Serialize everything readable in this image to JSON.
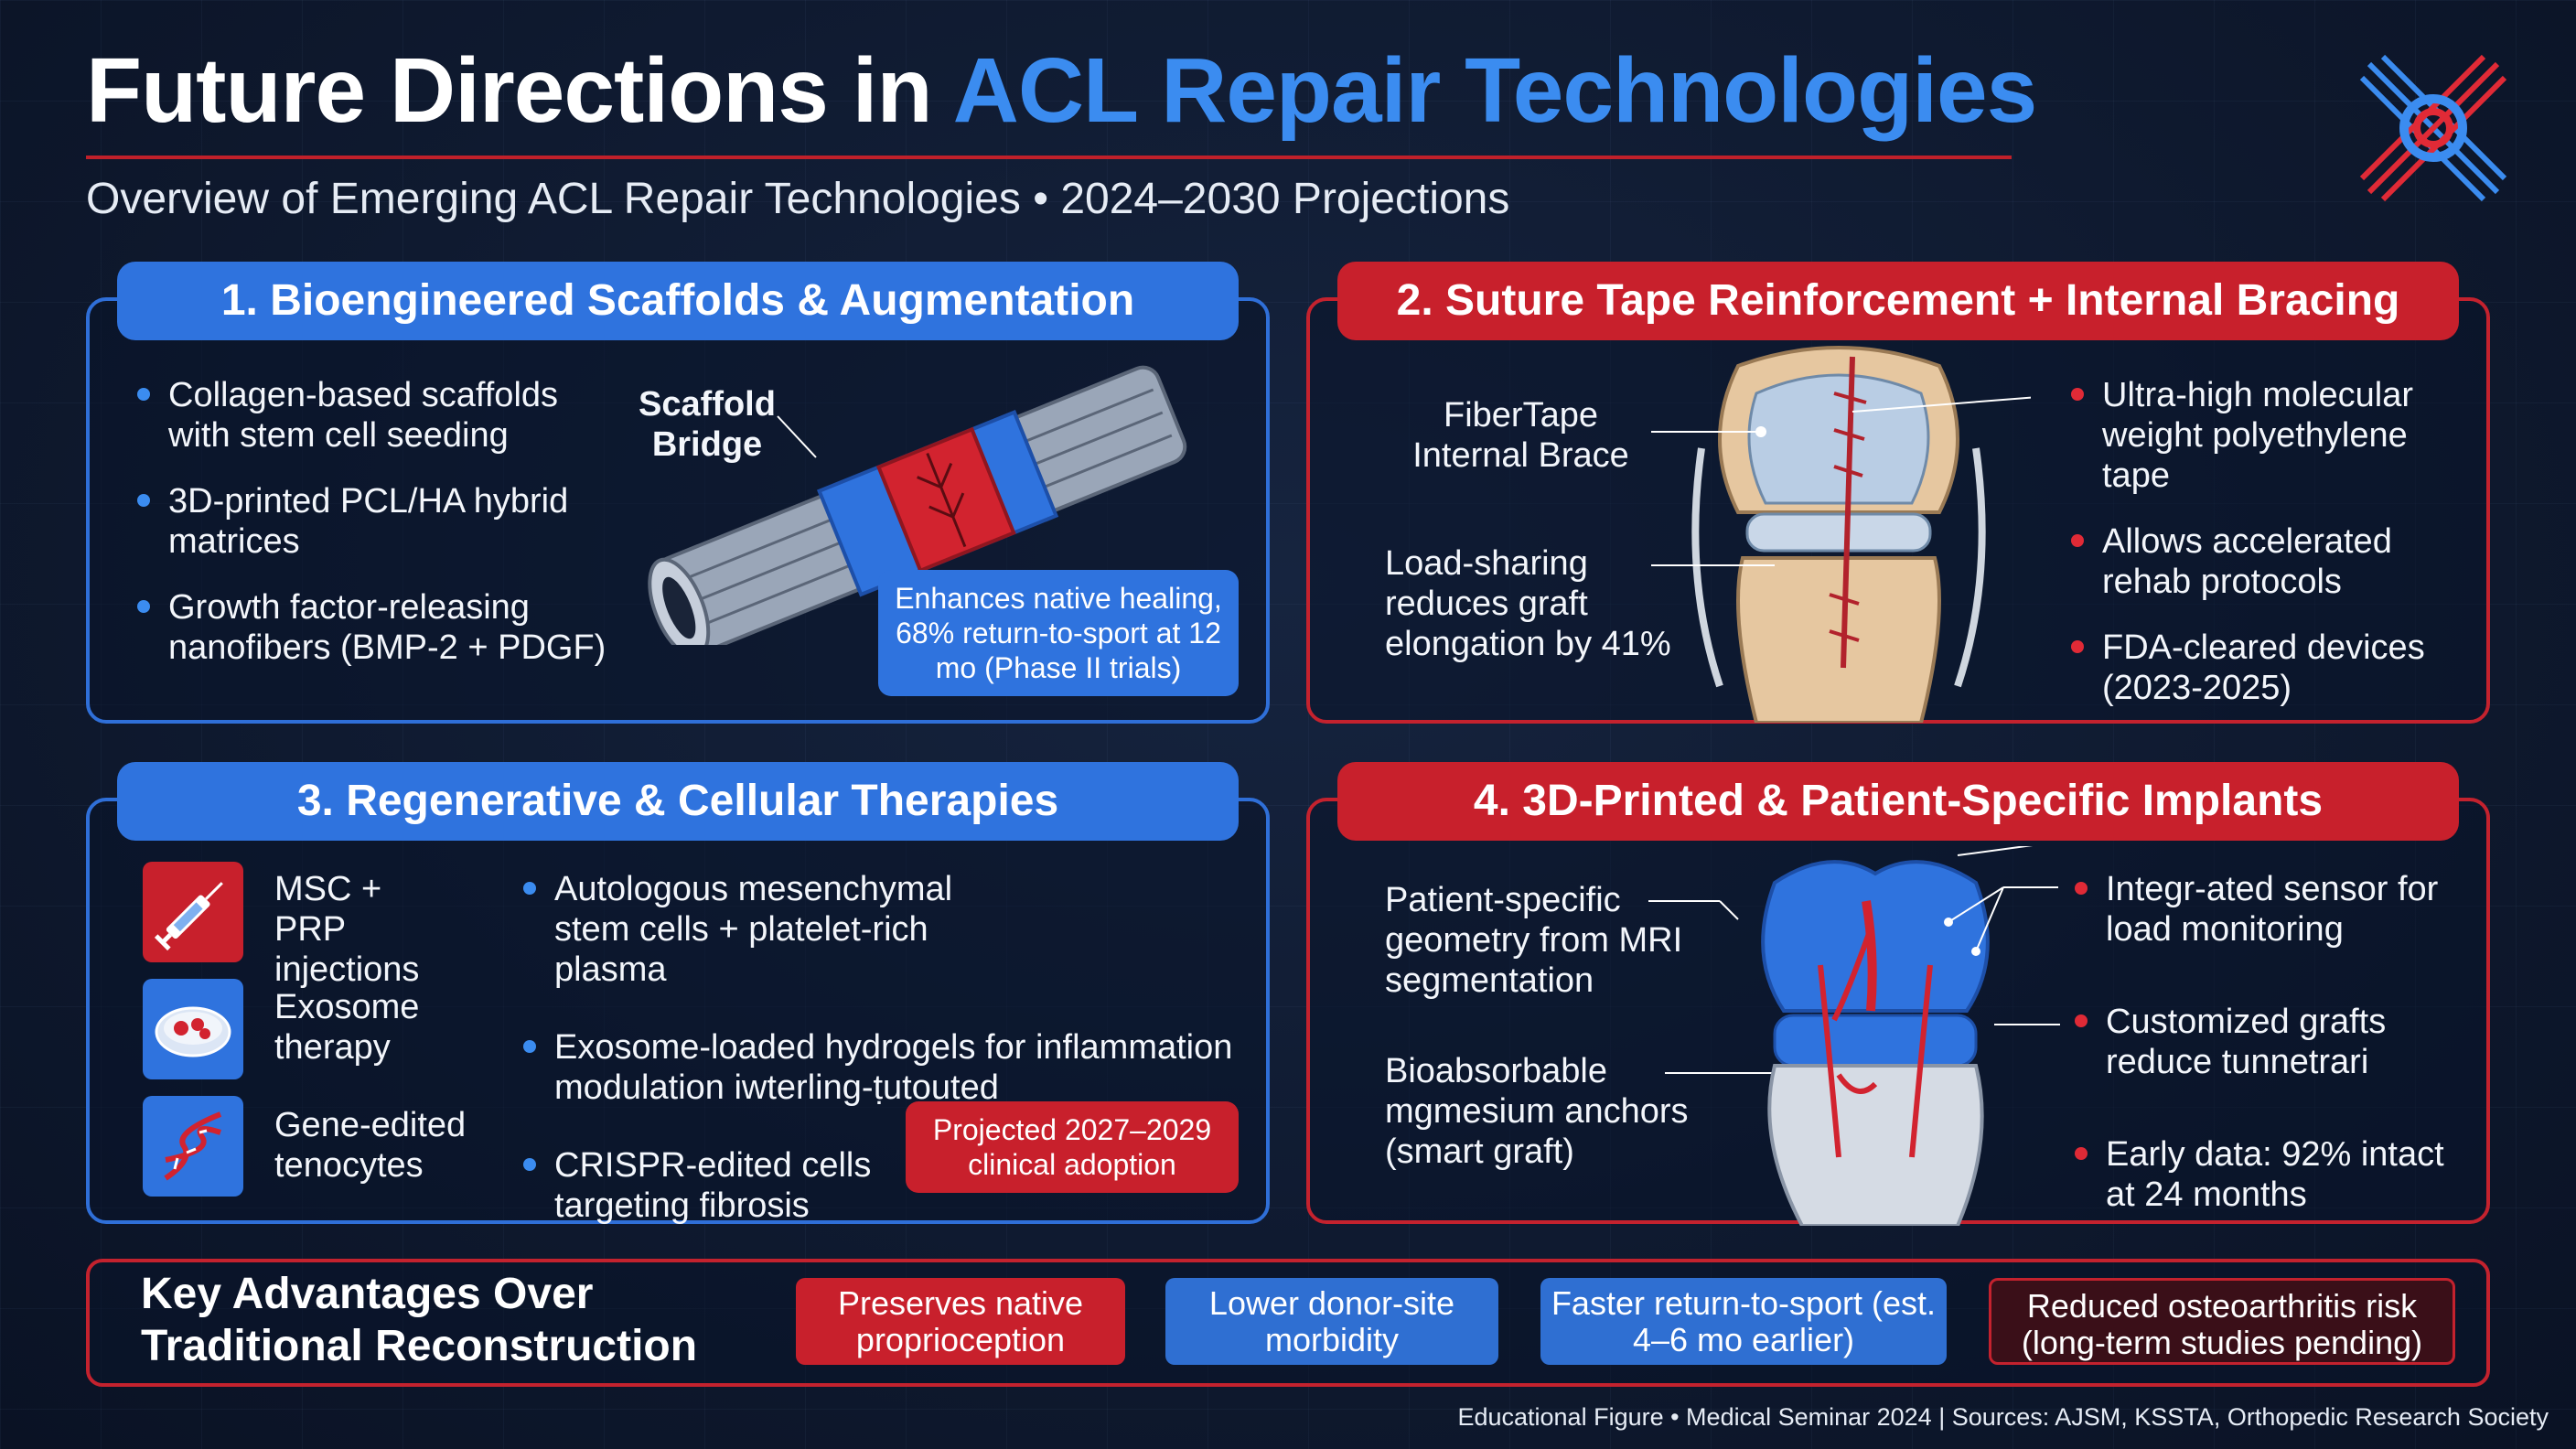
{
  "header": {
    "title_part1": "Future Directions in ",
    "title_part2": "ACL Repair Technologies",
    "subtitle": "Overview of Emerging ACL Repair Technologies • 2024–2030 Projections"
  },
  "logo_icon": "acl-cross-logo-icon",
  "colors": {
    "blue": "#2f73de",
    "red": "#c8202c",
    "background": "#0f1a30"
  },
  "panel1": {
    "header": "1. Bioengineered Scaffolds & Augmentation",
    "bullets": [
      "Collagen-based scaffolds with stem cell seeding",
      "3D-printed PCL/HA hybrid matrices",
      "Growth factor-releasing nanofibers (BMP-2 + PDGF)"
    ],
    "diagram_label": "Scaffold Bridge",
    "callout": "Enhances native healing, 68% return-to-sport at 12 mo (Phase II trials)"
  },
  "panel2": {
    "header": "2. Suture Tape Reinforcement + Internal Bracing",
    "label_left_top": "FiberTape Internal Brace",
    "label_left_bottom": "Load-sharing reduces graft elongation by 41%",
    "bullets": [
      "Ultra-high molecular weight polyethylene tape",
      "Allows accelerated rehab protocols",
      "FDA-cleared devices (2023-2025)"
    ]
  },
  "panel3": {
    "header": "3. Regenerative & Cellular Therapies",
    "rows": [
      {
        "icon": "syringe-icon",
        "label": "MSC + PRP injections",
        "desc": "Autologous mesenchymal stem cells + platelet-rich plasma"
      },
      {
        "icon": "petri-dish-icon",
        "label": "Exosome therapy",
        "desc": "Exosome-loaded hydrogels for inflammation modulation iwterling-ṭutouted"
      },
      {
        "icon": "dna-icon",
        "label": "Gene-edited tenocytes",
        "desc": "CRISPR-edited cells targeting fibrosis"
      }
    ],
    "callout": "Projected 2027–2029 clinical adoption"
  },
  "panel4": {
    "header": "4. 3D-Printed & Patient-Specific Implants",
    "label_left_top": "Patient-specific geometry from MRI segmentation",
    "label_left_bottom": "Bioabsorbable mgmesium anchors (smart graft)",
    "bullets": [
      "Integr-ated sensor for load monitoring",
      "Customized grafts reduce tunnetrari",
      "Early data: 92% intact at 24 months"
    ]
  },
  "advantages": {
    "title": "Key Advantages Over Traditional Reconstruction",
    "items": [
      "Preserves native proprioception",
      "Lower donor-site morbidity",
      "Faster return-to-sport (est. 4–6 mo earlier)",
      "Reduced osteoarthritis risk (long-term studies pending)"
    ]
  },
  "footer": "Educational Figure • Medical Seminar 2024 | Sources: AJSM, KSSTA, Orthopedic Research Society"
}
